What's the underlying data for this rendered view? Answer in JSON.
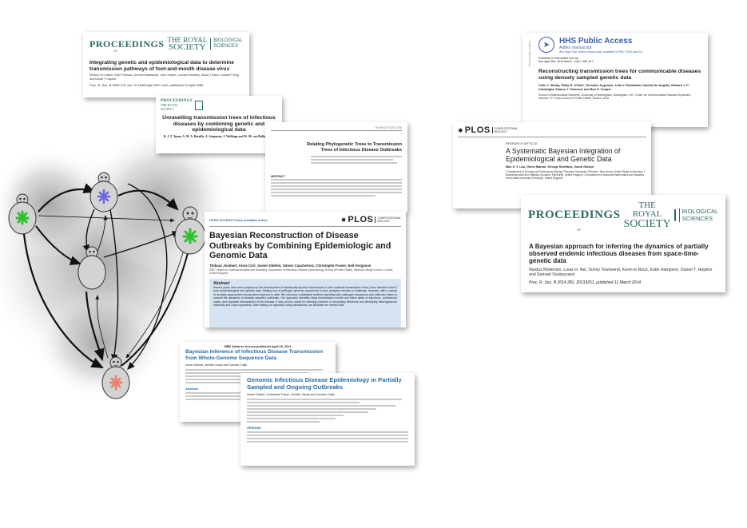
{
  "papers": {
    "p1": {
      "journal": "PROCEEDINGS",
      "journal_of": "OF",
      "society_line1": "THE ROYAL",
      "society_line2": "SOCIETY",
      "biological": "BIOLOGICAL",
      "sciences": "SCIENCES",
      "title": "Integrating genetic and epidemiological data to determine transmission pathways of foot-and-mouth disease virus",
      "authors": "Eleanor M Cottam, Gaël Thébaud, Jemma Wadsworth, John Gloster, Leonard Mansley, David J Paton, Donald P King and Daniel T Haydon",
      "citation": "Proc. R. Soc. B 2008 275, doi: 10.1098/rspb.2007.1442, published 22 April 2008"
    },
    "p2": {
      "journal": "PROCEEDINGS",
      "society_line1": "THE ROYAL",
      "society_line2": "SOCIETY",
      "title": "Unravelling transmission trees of infectious diseases by combining genetic and epidemiological data",
      "authors": "R. J. F. Ypma, A. M. A. Bataille, A. Stegeman, J. Wallinga and W. M. van Ballegooijen"
    },
    "p3": {
      "label": "INVESTIGATION",
      "title": "Relating Phylogenetic Trees to Transmission Trees of Infectious Disease Outbreaks",
      "abstract_label": "ABSTRACT"
    },
    "p4": {
      "open_access": "OPEN ACCESS Freely available online",
      "plos": "PLOS",
      "plos_sub1": "COMPUTATIONAL",
      "plos_sub2": "BIOLOGY",
      "title": "Bayesian Reconstruction of Disease Outbreaks by Combining Epidemiologic and Genomic Data",
      "authors": "Thibaut Jombart, Anne Cori, Xavier Didelot, Simon Cauchemez, Christophe Fraser, Neil Ferguson",
      "affil": "MRC Centre for Outbreak Analysis and Modelling, Department of Infectious Disease Epidemiology, School of Public Health, Imperial College London, London, United Kingdom",
      "abstract_label": "Abstract",
      "abstract": "Recent years have seen progress in the development of statistically rigorous frameworks to infer outbreak transmission trees (\"who infected whom\") from epidemiological and genetic data. Making use of pathogen genome sequences in such analyses remains a challenge, however, with a variety of heuristic approaches having been explored to date. We introduce a statistical method exploiting both pathogen sequences and collection dates to unravel the dynamics of densely sampled outbreaks. Our approach identifies likely transmission events and infers dates of infections, unobserved cases, and separate introductions of the disease. It also proves useful for inferring numbers of secondary infections and identifying heterogeneous infectivity and super-spreaders. After testing our approach using simulations, we illustrate the method with"
    },
    "p5": {
      "header": "MBE Advance Access published April 15, 2014",
      "title": "Bayesian Inference of Infectious Disease Transmission from Whole-Genome Sequence Data",
      "authors": "Xavier Didelot, Jennifer Gardy and Caroline Colijn",
      "abstract_label": "Abstract"
    },
    "p6": {
      "title": "Genomic Infectious Disease Epidemiology in Partially Sampled and Ongoing Outbreaks",
      "authors": "Xavier Didelot, Christophe Fraser, Jennifer Gardy and Caroline Colijn",
      "abstract_label": "Abstract"
    },
    "p7": {
      "hhs": "HHS Public Access",
      "author_manuscript": "Author manuscript",
      "journal_line": "Ann Appl Stat. Author manuscript; available in PMC 2016 April 01.",
      "published": "Published in final edited form as:",
      "pub_ref": "Ann Appl Stat. 2016 March ; 10(1): 395–417.",
      "side": "Author Manuscript",
      "title": "Reconstructing transmission trees for communicable diseases using densely sampled genetic data",
      "authors": "Colin J. Worby, Philip D. O'Neill, Theodore Kypraios, Julia V. Robotham, Daniela De Angelis, Edward J. P. Cartwright, Sharon J. Peacock, and Ben S. Cooper",
      "affil": "School of Mathematical Sciences, University of Nottingham, Nottingham, UK; Center for Communicable Disease Dynamics, Harvard T.H. Chan School of Public Health, Boston, USA"
    },
    "p8": {
      "plos": "PLOS",
      "plos_sub1": "COMPUTATIONAL",
      "plos_sub2": "BIOLOGY",
      "kind": "RESEARCH ARTICLE",
      "title": "A Systematic Bayesian Integration of Epidemiological and Genetic Data",
      "authors": "Max S. Y. Lau, Glenn Marion, George Streftaris, Gavin Gibson",
      "affil": "1 Department of Ecology and Evolutionary Biology, Princeton University, Princeton, New Jersey, United States of America, 2 Biomathematics and Statistics Scotland, Edinburgh, United Kingdom, 3 Department of Actuarial Mathematics and Statistics, Heriot-Watt University, Edinburgh, United Kingdom"
    },
    "p9": {
      "journal": "PROCEEDINGS",
      "journal_of": "OF",
      "society_line1": "THE ROYAL",
      "society_line2": "SOCIETY",
      "biological": "BIOLOGICAL",
      "sciences": "SCIENCES",
      "title": "A Bayesian approach for inferring the dynamics of partially observed endemic infectious diseases from space-time-genetic data",
      "authors": "Nardus Mollentze, Louis H. Nel, Sunny Townsend, Kevin le Roux, Katie Hampson, Daniel T. Haydon and Samuel Soubeyrand",
      "citation": "Proc. R. Soc. B 2014 281, 20133251, published 11 March 2014"
    }
  },
  "colors": {
    "rs_green": "#2e6b67",
    "plos_blue": "#2c6aa0",
    "abstract_bg": "#d6e3f3",
    "node_green": "#2fbf2f",
    "node_purple": "#6a6adf",
    "node_red": "#e8826f",
    "node_body": "#d3d3d3"
  }
}
